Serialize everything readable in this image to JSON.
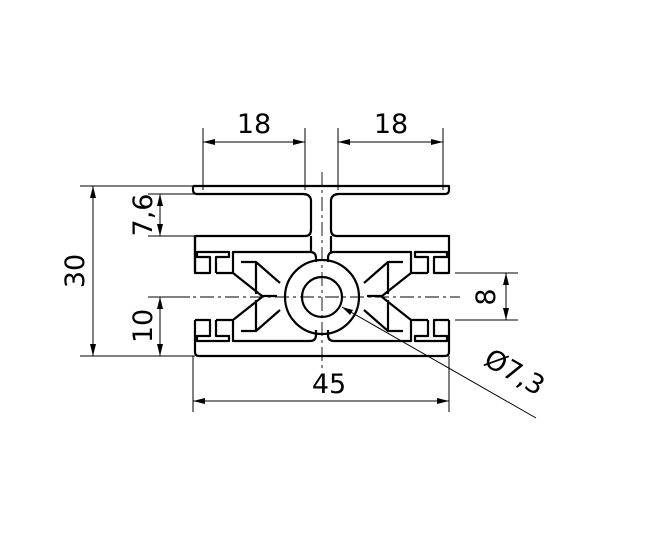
{
  "drawing": {
    "subject": "aluminium profile cross-section",
    "dimensions": {
      "top_left_width": "18",
      "top_right_width": "18",
      "overall_height": "30",
      "flange_offset": "7,6",
      "slot_height_left": "10",
      "slot_height_right": "8",
      "overall_width": "45",
      "bore_diameter": "Ø7,3"
    }
  }
}
